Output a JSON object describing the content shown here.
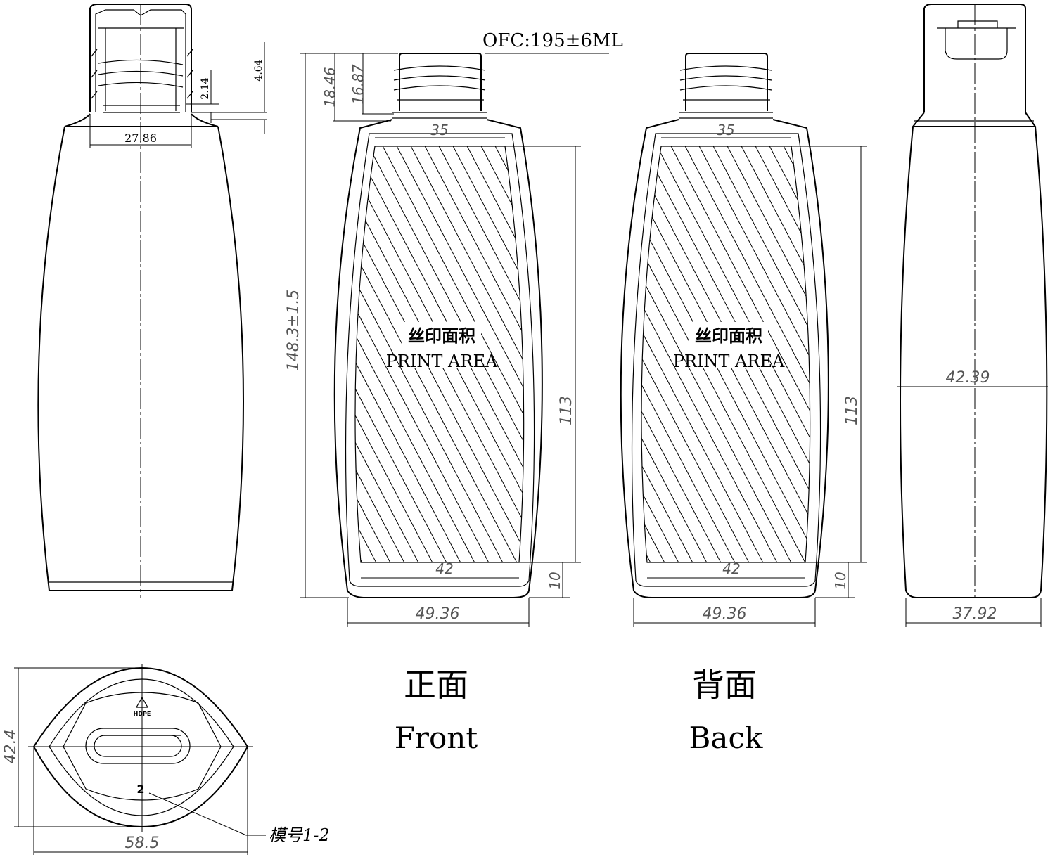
{
  "capacity": "OFC:195±6ML",
  "dims": {
    "neck_diameter": "27.86",
    "h_214": "2.14",
    "h_464": "4.64",
    "h_1846": "18.46",
    "h_1687": "16.87",
    "total_height": "148.3±1.5",
    "print_top_width": "35",
    "print_height": "113",
    "print_bottom_width": "42",
    "bottom_margin": "10",
    "body_width": "49.36",
    "side_width_mid": "42.39",
    "side_width_bottom": "37.92",
    "base_depth": "42.4",
    "base_width": "58.5"
  },
  "print_area": {
    "cn": "丝印面积",
    "en": "PRINT AREA"
  },
  "views": {
    "front_cn": "正面",
    "front_en": "Front",
    "back_cn": "背面",
    "back_en": "Back"
  },
  "mold_label": "模号1-2",
  "mold_number": "2",
  "recycle_code": "HDPE"
}
